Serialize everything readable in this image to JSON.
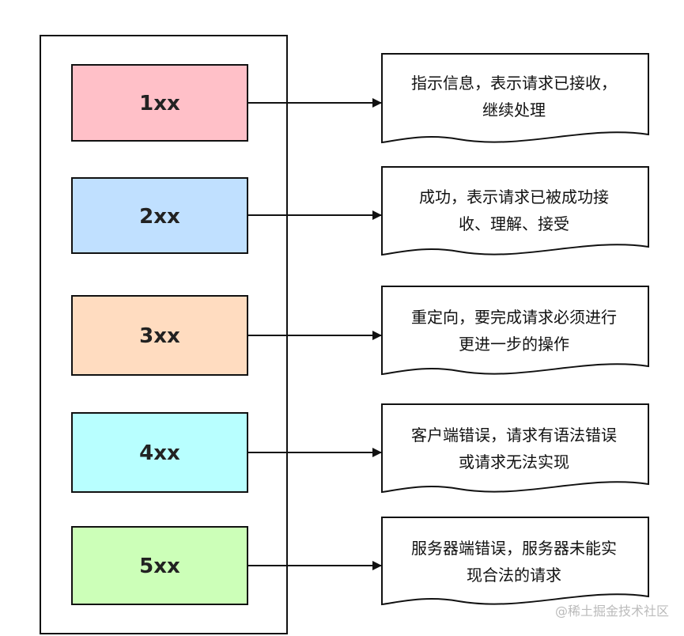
{
  "status_classes": [
    {
      "code": "1xx",
      "color": "#ffc0c8",
      "description_lines": [
        "指示信息，表示请求已接收，",
        "继续处理"
      ]
    },
    {
      "code": "2xx",
      "color": "#c0e0ff",
      "description_lines": [
        "成功，表示请求已被成功接",
        "收、理解、接受"
      ]
    },
    {
      "code": "3xx",
      "color": "#ffdcc0",
      "description_lines": [
        "重定向，要完成请求必须进行",
        "更进一步的操作"
      ]
    },
    {
      "code": "4xx",
      "color": "#b8ffff",
      "description_lines": [
        "客户端错误，请求有语法错误",
        "或请求无法实现"
      ]
    },
    {
      "code": "5xx",
      "color": "#ccffb8",
      "description_lines": [
        "服务器端错误，服务器未能实",
        "现合法的请求"
      ]
    }
  ],
  "watermark": "@稀土掘金技术社区"
}
